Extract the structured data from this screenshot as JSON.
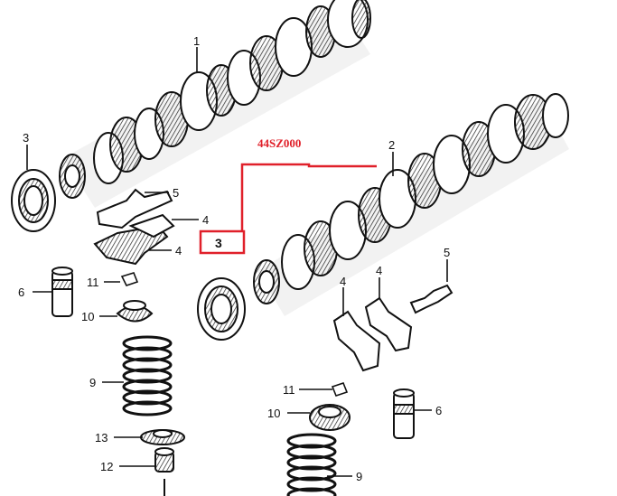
{
  "diagram": {
    "code_label": "44SZ000",
    "highlight_color": "#e0202a",
    "line_color": "#111111",
    "parts": {
      "p1": "1",
      "p2": "2",
      "p3_left": "3",
      "p3_highlight": "3",
      "p4_a": "4",
      "p4_b": "4",
      "p4_c": "4",
      "p4_d": "4",
      "p5_left": "5",
      "p5_right": "5",
      "p6_left": "6",
      "p6_right": "6",
      "p9_left": "9",
      "p9_right": "9",
      "p10_left": "10",
      "p10_right": "10",
      "p11_left": "11",
      "p11_right": "11",
      "p12": "12",
      "p13": "13"
    }
  }
}
